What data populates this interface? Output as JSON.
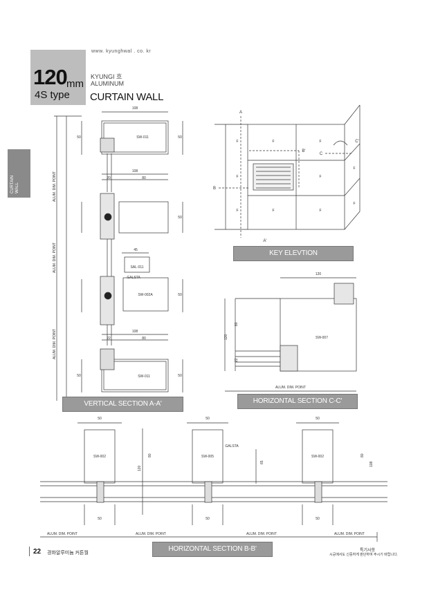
{
  "header": {
    "url": "www. kyunghwal . co. kr",
    "size_number": "120",
    "size_unit": "mm",
    "type_label": "4S type",
    "brand_line1": "KYUNGI 흐",
    "brand_line2": "ALUMINUM",
    "title": "CURTAIN WALL"
  },
  "side_tab": {
    "line1": "CURTAIN",
    "line2": "WALL"
  },
  "sections": {
    "vertical": "VERTICAL SECTION A-A'",
    "key": "KEY ELEVTION",
    "horizontal_cc": "HORIZONTAL SECTION C-C'",
    "horizontal_bb": "HORIZONTAL SECTION B-B'"
  },
  "drawing_text": {
    "dim_108": "108",
    "dim_50": "50",
    "dim_80": "80",
    "dim_20": "20",
    "dim_45": "45",
    "dim_22": "22",
    "dim_120": "120",
    "dim_65": "65",
    "alum_dim_point": "ALUM. DIM. POINT",
    "part_sw011": "SW-011",
    "part_sw002a": "SW-002A",
    "part_sal011": "SAL-011",
    "part_galsta": "GALSTA",
    "part_sw007": "SW-007",
    "part_sw002": "SW-002",
    "part_sw005": "SW-005",
    "mark_a": "A",
    "mark_a2": "A'",
    "mark_b": "B",
    "mark_b2": "B'",
    "mark_c": "C",
    "mark_c2": "C'",
    "mark_f": "F"
  },
  "footer": {
    "page": "22",
    "left_text": "경화알루미늄 커튼월",
    "right_line1": "특기사항",
    "right_line2": "시공에서도 신중하게 판단하여 주시기 바랍니다."
  }
}
